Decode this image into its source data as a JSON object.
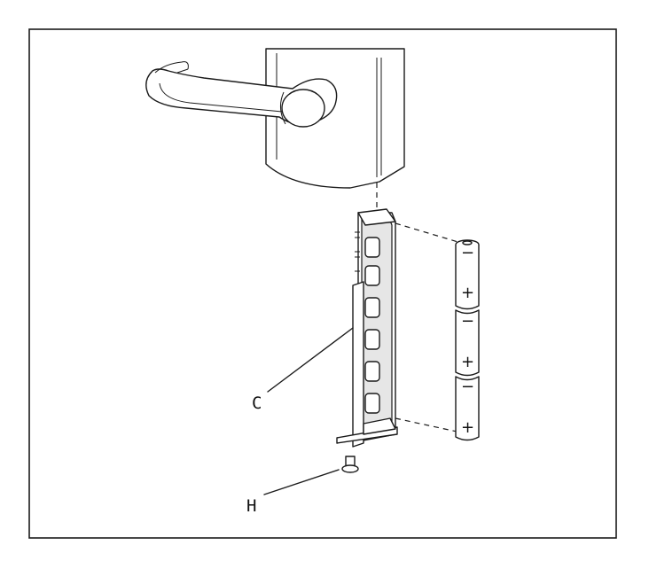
{
  "labels": {
    "cover": "C",
    "screw": "H"
  },
  "battery_signs": {
    "negative": "−",
    "positive": "+"
  },
  "battery_count": 3
}
